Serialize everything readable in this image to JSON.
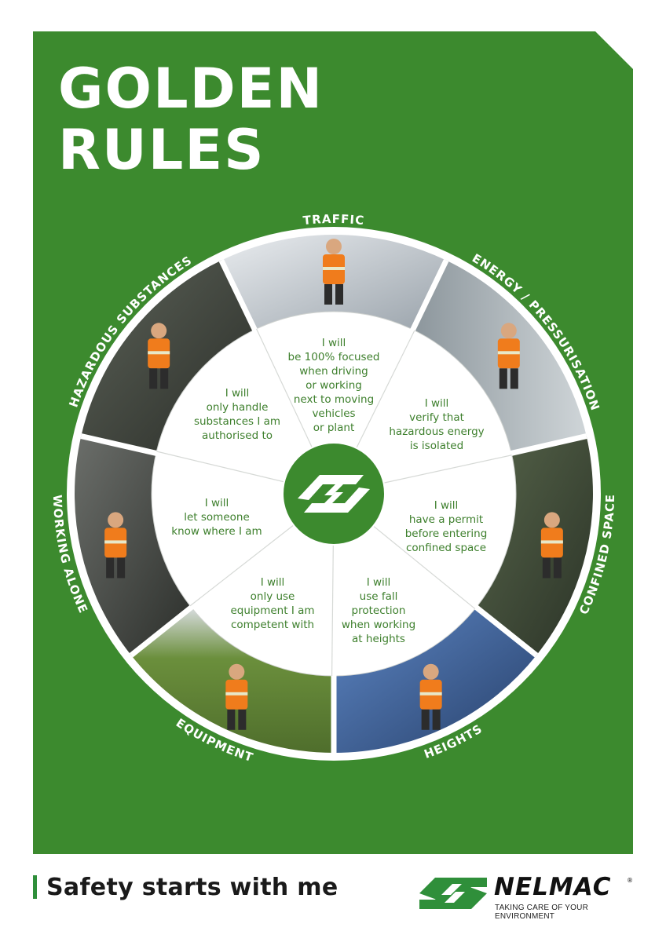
{
  "header": {
    "title_line1": "GOLDEN",
    "title_line2": "RULES"
  },
  "colors": {
    "green": "#3c8a2e",
    "dark_green": "#2f7a23",
    "text_green": "#3d7f2c",
    "white": "#ffffff"
  },
  "wheel": {
    "segments": [
      {
        "category": "TRAFFIC",
        "icon": "truck-photo",
        "lines": [
          "I will",
          "be 100% focused",
          "when driving",
          "or working",
          "next to moving",
          "vehicles",
          "or plant"
        ]
      },
      {
        "category": "ENERGY / PRESSURISATION",
        "icon": "switchboard-photo",
        "lines": [
          "I will",
          "verify that",
          "hazardous energy",
          "is isolated"
        ]
      },
      {
        "category": "CONFINED SPACE",
        "icon": "harness-worker-photo",
        "lines": [
          "I will",
          "have a permit",
          "before entering",
          "confined space"
        ]
      },
      {
        "category": "HEIGHTS",
        "icon": "tree-climber-photo",
        "lines": [
          "I will",
          "use fall",
          "protection",
          "when working",
          "at heights"
        ]
      },
      {
        "category": "EQUIPMENT",
        "icon": "field-worker-photo",
        "lines": [
          "I will",
          "only use",
          "equipment I am",
          "competent with"
        ]
      },
      {
        "category": "WORKING ALONE",
        "icon": "lone-worker-photo",
        "lines": [
          "I will",
          "let someone",
          "know where I am"
        ]
      },
      {
        "category": "HAZARDOUS SUBSTANCES",
        "icon": "chemical-worker-photo",
        "lines": [
          "I will",
          "only handle",
          "substances I am",
          "authorised to"
        ]
      }
    ],
    "center_icon": "nelmac-chevron-icon"
  },
  "footer": {
    "slogan": "Safety starts with me",
    "brand_name": "NELMAC",
    "brand_reg": "®",
    "brand_tagline": "TAKING CARE OF YOUR ENVIRONMENT",
    "logo_icon": "nelmac-logo-icon"
  }
}
